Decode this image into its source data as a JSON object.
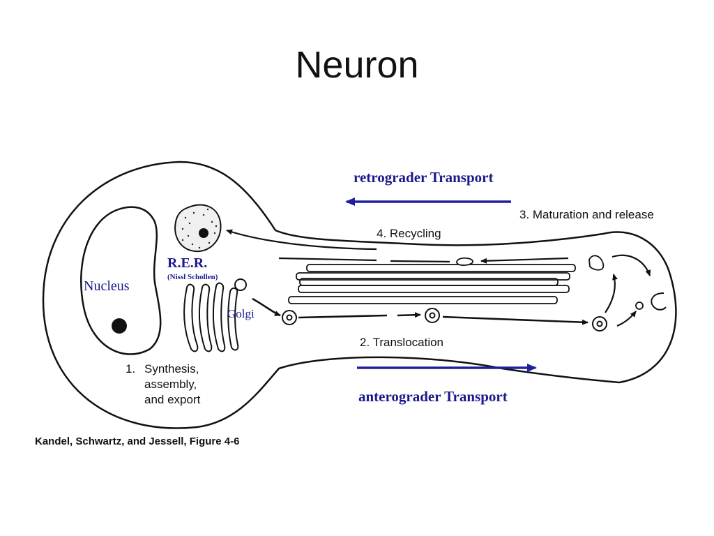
{
  "slide": {
    "title": "Neuron"
  },
  "labels": {
    "retrograde": "retrograder Transport",
    "anterograde": "anterograder Transport",
    "maturation": "3. Maturation and release",
    "recycling": "4. Recycling",
    "translocation": "2. Translocation",
    "synthesis_1": "1.",
    "synthesis_line1": "Synthesis,",
    "synthesis_line2": "assembly,",
    "synthesis_line3": "and export",
    "rer": "R.E.R.",
    "nissl": "(Nissl Schollen)",
    "nucleus": "Nucleus",
    "golgi": "Golgi",
    "citation": "Kandel, Schwartz, and Jessell, Figure 4-6"
  },
  "colors": {
    "annotation_blue": "#1a1a8c",
    "arrow_blue": "#1f1f9e",
    "line": "#111111"
  }
}
